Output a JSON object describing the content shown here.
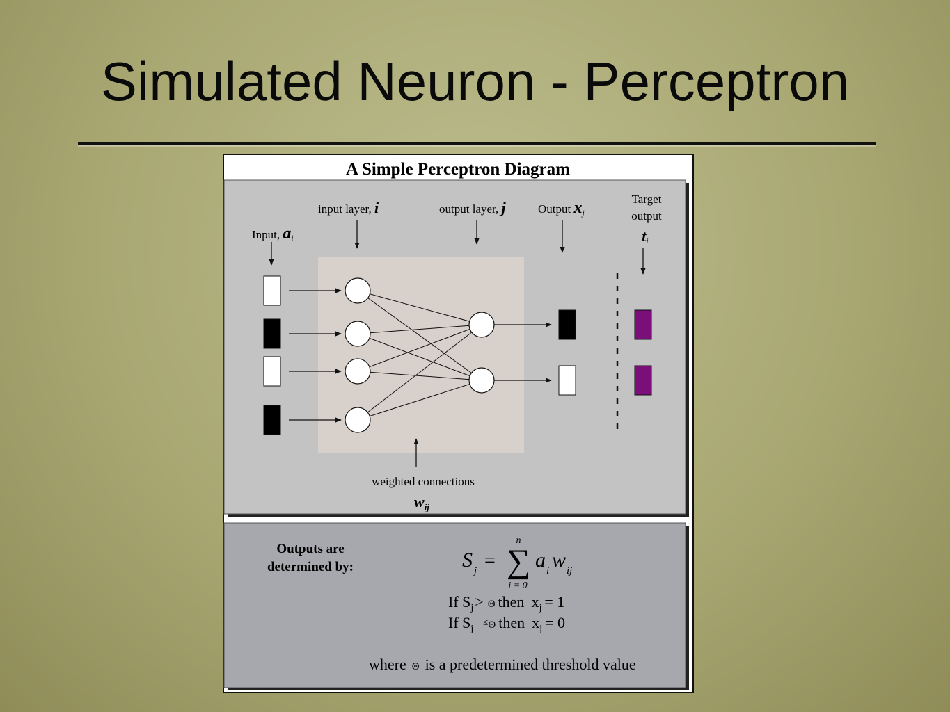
{
  "slide": {
    "title": "Simulated Neuron - Perceptron"
  },
  "diagram": {
    "heading": "A Simple Perceptron Diagram",
    "labels": {
      "input": "Input,",
      "input_symbol": "a",
      "input_sub": "i",
      "input_layer": "input layer,",
      "input_layer_symbol": "i",
      "output_layer": "output layer,",
      "output_layer_symbol": "j",
      "output": "Output",
      "output_symbol": "x",
      "output_sub": "j",
      "target_line1": "Target",
      "target_line2": "output",
      "target_symbol": "t",
      "target_sub": "i",
      "weighted": "weighted connections",
      "weight_symbol": "w",
      "weight_sub": "ij"
    },
    "input_states": [
      "white",
      "black",
      "white",
      "black"
    ],
    "output_states": [
      "black",
      "white"
    ],
    "target_color": "#7a0f7a",
    "connections": [
      [
        0,
        0
      ],
      [
        0,
        1
      ],
      [
        1,
        0
      ],
      [
        1,
        1
      ],
      [
        2,
        0
      ],
      [
        2,
        1
      ],
      [
        3,
        0
      ],
      [
        3,
        1
      ]
    ]
  },
  "formula": {
    "caption_line1": "Outputs are",
    "caption_line2": "determined by:",
    "lhs": "S",
    "lhs_sub": "j",
    "equals": "=",
    "sigma": "∑",
    "upper": "n",
    "lower": "i = 0",
    "term_a": "a",
    "term_a_sub": "i",
    "term_w": "w",
    "term_w_sub": "ij",
    "rule1_if": "If S",
    "rule1_sub": "j",
    "rule1_op": ">",
    "theta": "Θ",
    "then": "then",
    "rule1_x": "x",
    "rule1_x_sub": "j",
    "rule1_val": "= 1",
    "rule2_if": "If S",
    "rule2_sub": "j",
    "rule2_op": "≤",
    "rule2_x": "x",
    "rule2_x_sub": "j",
    "rule2_val": "= 0",
    "footer_where": "where",
    "footer_rest": "is a predetermined threshold value"
  }
}
